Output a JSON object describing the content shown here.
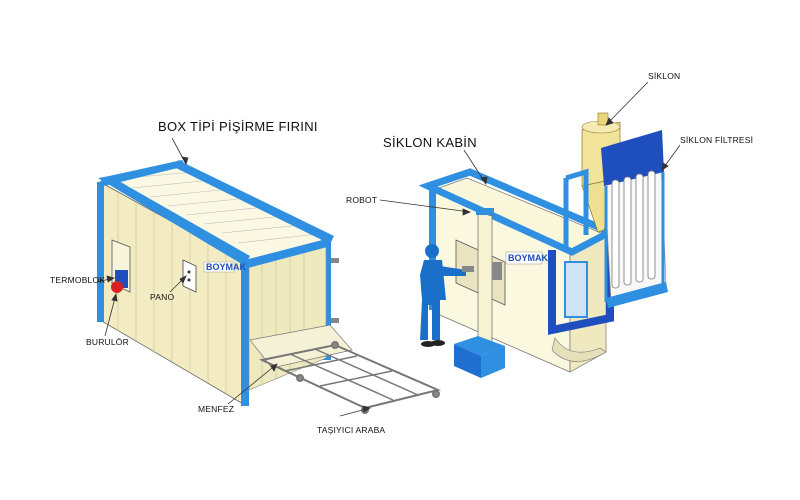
{
  "labels": {
    "oven_title": "BOX TİPİ PİŞİRME FIRINI",
    "cabin_title": "SİKLON KABİN",
    "siklon": "SİKLON",
    "siklon_filtresi": "SİKLON FİLTRESİ",
    "robot": "ROBOT",
    "termoblok": "TERMOBLOK",
    "pano": "PANO",
    "burulor": "BURULÖR",
    "menfez": "MENFEZ",
    "tasiyici_araba": "TAŞIYICI ARABA"
  },
  "brand": {
    "oven_logo": "BOYMAK",
    "cabin_logo": "BOYMAK"
  },
  "colors": {
    "frame_blue": "#2f8fe0",
    "dark_blue": "#1f4fbf",
    "panel_cream": "#f6f1c8",
    "panel_pale_yellow": "#fdfbe4",
    "worker_blue": "#1a6fc9"
  }
}
